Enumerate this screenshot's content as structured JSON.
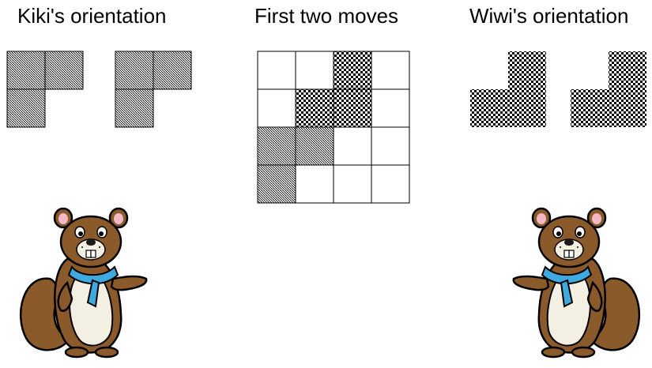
{
  "titles": {
    "kiki": "Kiki's orientation",
    "moves": "First two moves",
    "wiwi": "Wiwi's orientation"
  },
  "colors": {
    "grid_line": "#000000",
    "hatch": "#000000",
    "checker": "#000000",
    "beaver_fur": "#8B5A2B",
    "beaver_dark": "#6B4220",
    "beaver_belly": "#F3EFE2",
    "ear_inner": "#F2B8C6",
    "scarf": "#3FA9E0",
    "nose": "#1A1A1A"
  },
  "pieces": {
    "kiki_shape": [
      [
        1,
        1
      ],
      [
        1,
        0
      ]
    ],
    "kiki_pattern": "diagonal-hatch",
    "wiwi_shape": [
      [
        0,
        1
      ],
      [
        1,
        1
      ]
    ],
    "wiwi_pattern": "checkerboard"
  },
  "board": {
    "rows": 4,
    "cols": 4,
    "cells": [
      [
        "empty",
        "empty",
        "wiwi",
        "empty"
      ],
      [
        "empty",
        "wiwi",
        "wiwi",
        "empty"
      ],
      [
        "kiki",
        "kiki",
        "empty",
        "empty"
      ],
      [
        "kiki",
        "empty",
        "empty",
        "empty"
      ]
    ]
  },
  "characters": {
    "left_beaver": "kiki-beaver",
    "right_beaver": "wiwi-beaver"
  }
}
